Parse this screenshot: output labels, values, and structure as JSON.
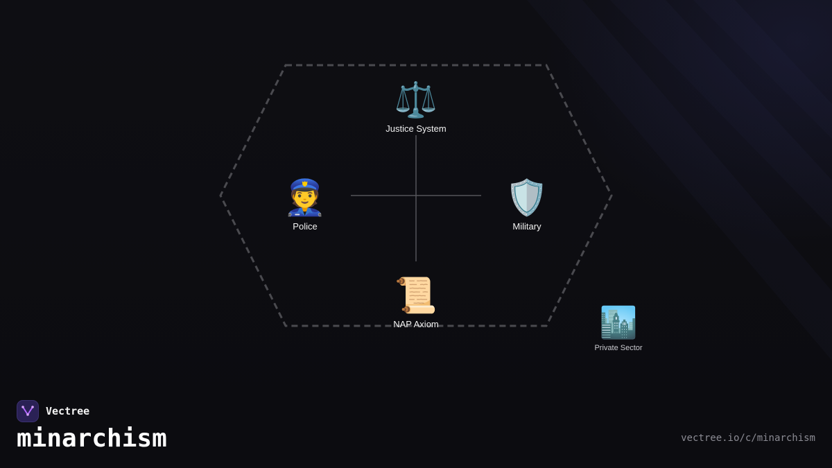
{
  "brand": {
    "name": "Vectree",
    "logo_icon": "vectree-logo-icon"
  },
  "title": "minarchism",
  "url": "vectree.io/c/minarchism",
  "colors": {
    "background": "#0d0d11",
    "hexagon_border": "#4a4a4f",
    "connector": "#55555b",
    "logo_bg": "#2a2155",
    "logo_accent": "#b266ff"
  },
  "diagram": {
    "nodes": {
      "justice": {
        "label": "Justice System",
        "glyph": "⚖️",
        "icon": "scales-icon"
      },
      "police": {
        "label": "Police",
        "glyph": "👮",
        "icon": "police-officer-icon"
      },
      "military": {
        "label": "Military",
        "glyph": "🛡️",
        "icon": "shield-icon"
      },
      "nap": {
        "label": "NAP Axiom",
        "glyph": "📜",
        "icon": "scroll-icon"
      },
      "private": {
        "label": "Private Sector",
        "glyph": "🏙️",
        "icon": "cityscape-icon"
      }
    }
  }
}
